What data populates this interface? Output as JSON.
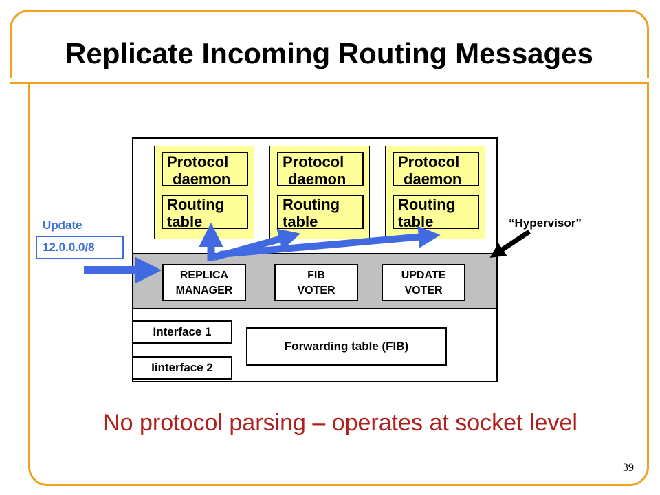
{
  "title": "Replicate Incoming Routing Messages",
  "replicas": [
    {
      "protocol_line1": "Protocol",
      "protocol_line2": "daemon",
      "routing_line1": "Routing",
      "routing_line2": "table"
    },
    {
      "protocol_line1": "Protocol",
      "protocol_line2": "daemon",
      "routing_line1": "Routing",
      "routing_line2": "table"
    },
    {
      "protocol_line1": "Protocol",
      "protocol_line2": "daemon",
      "routing_line1": "Routing",
      "routing_line2": "table"
    }
  ],
  "hypervisor": {
    "label": "“Hypervisor”",
    "replica_manager": [
      "REPLICA",
      "MANAGER"
    ],
    "fib_voter": [
      "FIB",
      "VOTER"
    ],
    "update_voter": [
      "UPDATE",
      "VOTER"
    ]
  },
  "interfaces": [
    "Interface 1",
    "Iinterface 2"
  ],
  "forwarding_table": "Forwarding table (FIB)",
  "update": {
    "label": "Update",
    "prefix": "12.0.0.0/8"
  },
  "caption": "No protocol parsing – operates at socket level",
  "page_number": "39",
  "colors": {
    "frame": "#f0a020",
    "arrow": "#4169e1",
    "process_fill": "#ffff99",
    "hypervisor_fill": "#c0c0c0",
    "caption": "#b0201c",
    "update_text": "#3b6fdc"
  }
}
